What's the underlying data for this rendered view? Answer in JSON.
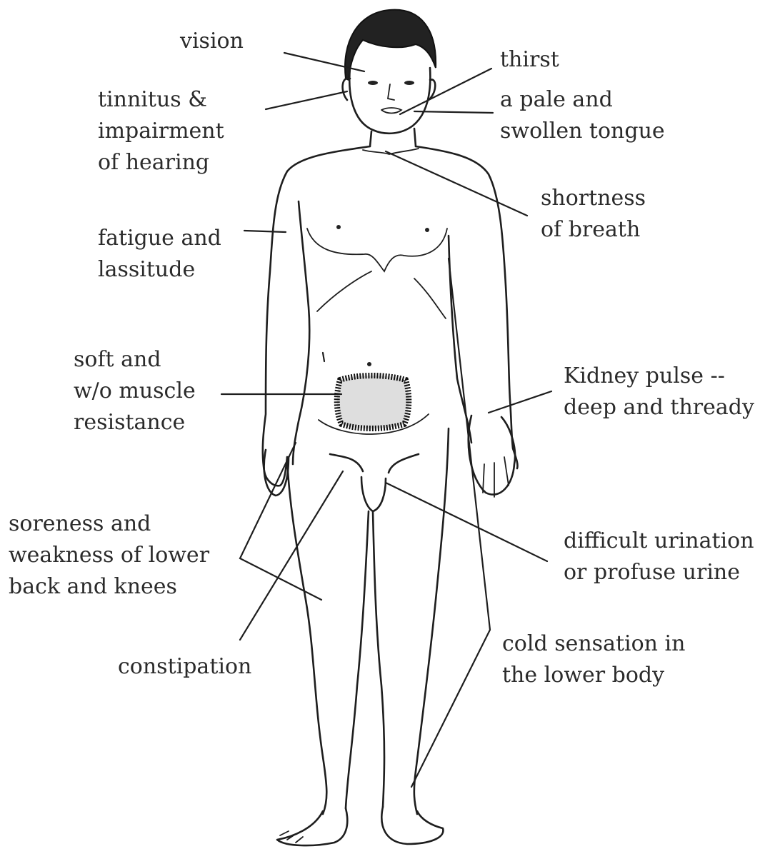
{
  "labels": {
    "vision": [
      "vision"
    ],
    "tinnitus": [
      "tinnitus &",
      "impairment",
      "of hearing"
    ],
    "thirst": [
      "thirst"
    ],
    "tongue": [
      "a pale and",
      "swollen tongue"
    ],
    "breath": [
      "shortness",
      "of breath"
    ],
    "fatigue": [
      "fatigue and",
      "lassitude"
    ],
    "abdomen": [
      "soft and",
      "w/o muscle",
      "resistance"
    ],
    "kidney": [
      "Kidney pulse --",
      "deep and thready"
    ],
    "soreness": [
      "soreness and",
      "weakness of lower",
      "back and knees"
    ],
    "urination": [
      "difficult urination",
      "or profuse urine"
    ],
    "cold": [
      "cold sensation in",
      "the lower body"
    ],
    "constipation": [
      "constipation"
    ]
  }
}
